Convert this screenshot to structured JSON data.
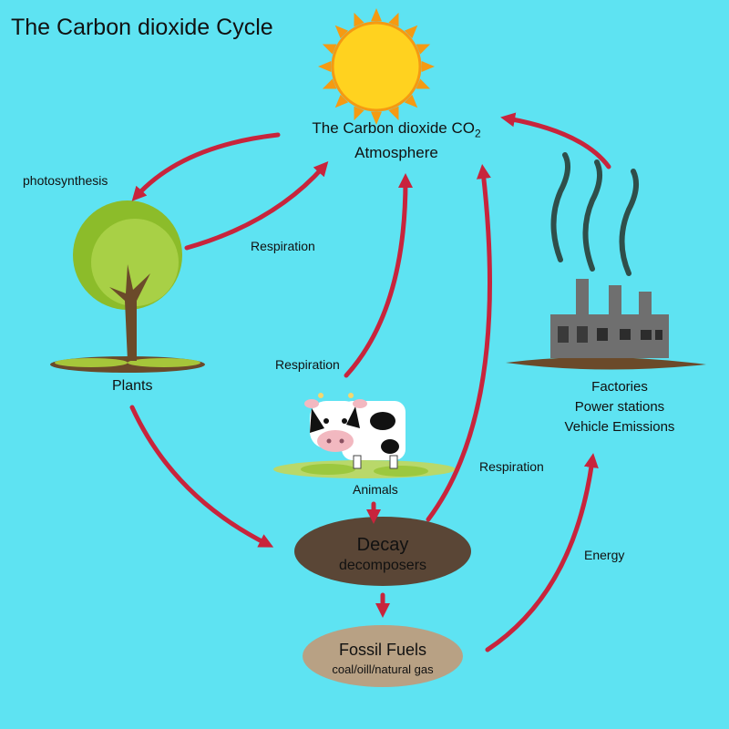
{
  "title": "The Carbon dioxide Cycle",
  "atmosphere": {
    "line1_prefix": "The Carbon dioxide CO",
    "line1_sub": "2",
    "line2": "Atmosphere"
  },
  "labels": {
    "photosynthesis": "photosynthesis",
    "respiration_plants": "Respiration",
    "respiration_animals": "Respiration",
    "respiration_decay": "Respiration",
    "energy": "Energy",
    "plants": "Plants",
    "animals": "Animals"
  },
  "factories": [
    "Factories",
    "Power stations",
    "Vehicle Emissions"
  ],
  "decay": {
    "title": "Decay",
    "subtitle": "decomposers"
  },
  "fossil": {
    "title": "Fossil Fuels",
    "subtitle": "coal/oill/natural gas"
  },
  "colors": {
    "background": "#5ee3f2",
    "arrow": "#c8243c",
    "sun": "#ffd21f",
    "sun_rays": "#f59a12",
    "decay": "#5a4636",
    "fossil": "#b8a184",
    "tree_canopy": "#9cc83e",
    "tree_trunk": "#6b4a2a",
    "factory": "#6f6f6f",
    "smoke": "#2f4e4a"
  }
}
